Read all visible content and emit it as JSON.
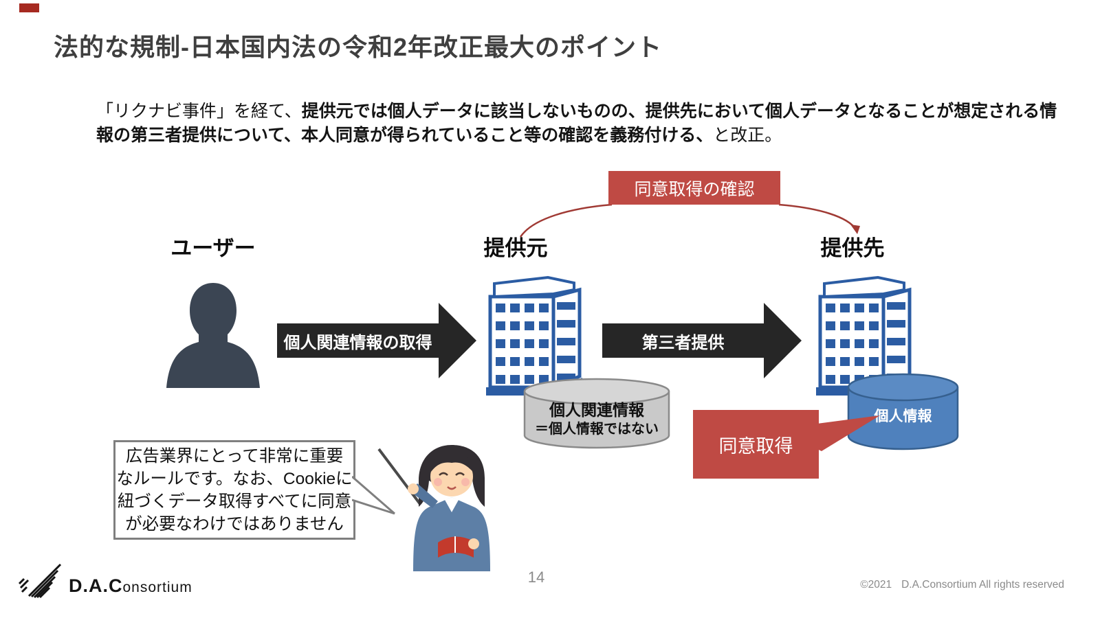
{
  "slide": {
    "title": "法的な規制-日本国内法の令和2年改正最大のポイント",
    "body": {
      "seg_regular_1": "「リクナビ事件」を経て、",
      "seg_bold": "提供元では個人データに該当しないものの、提供先において個人データとなることが想定される情報の第三者提供について、本人同意が得られていること等の確認を義務付ける、",
      "seg_regular_2": "と改正。"
    }
  },
  "diagram": {
    "consent_check_label": "同意取得の確認",
    "entities": {
      "user": "ユーザー",
      "provider": "提供元",
      "recipient": "提供先"
    },
    "arrows": {
      "acquisition": "個人関連情報の取得",
      "third_party": "第三者提供"
    },
    "gray_cylinder": {
      "line1": "個人関連情報",
      "line2": "＝個人情報ではない"
    },
    "blue_cylinder_label": "個人情報",
    "consent_label": "同意取得",
    "speech_bubble": {
      "lines": [
        "広告業界にとって非常に重要",
        "なルールです。なお、Cookieに",
        "紐づくデータ取得すべてに同意",
        "が必要なわけではありません"
      ]
    }
  },
  "footer": {
    "logo_bold": "D.A.C",
    "logo_rest": "onsortium",
    "page_number": "14",
    "copyright_year": "©2021",
    "copyright_rest": "D.A.Consortium All rights reserved"
  },
  "colors": {
    "accent_red": "#bf4a44",
    "connector_red": "#a03a34",
    "building_blue": "#2b5ca3",
    "cylinder_blue": "#4f81bd",
    "cylinder_gray": "#c9c9c9",
    "arrow_black": "#262626",
    "title_gray": "#3f3f3f",
    "silhouette": "#3b4553"
  }
}
